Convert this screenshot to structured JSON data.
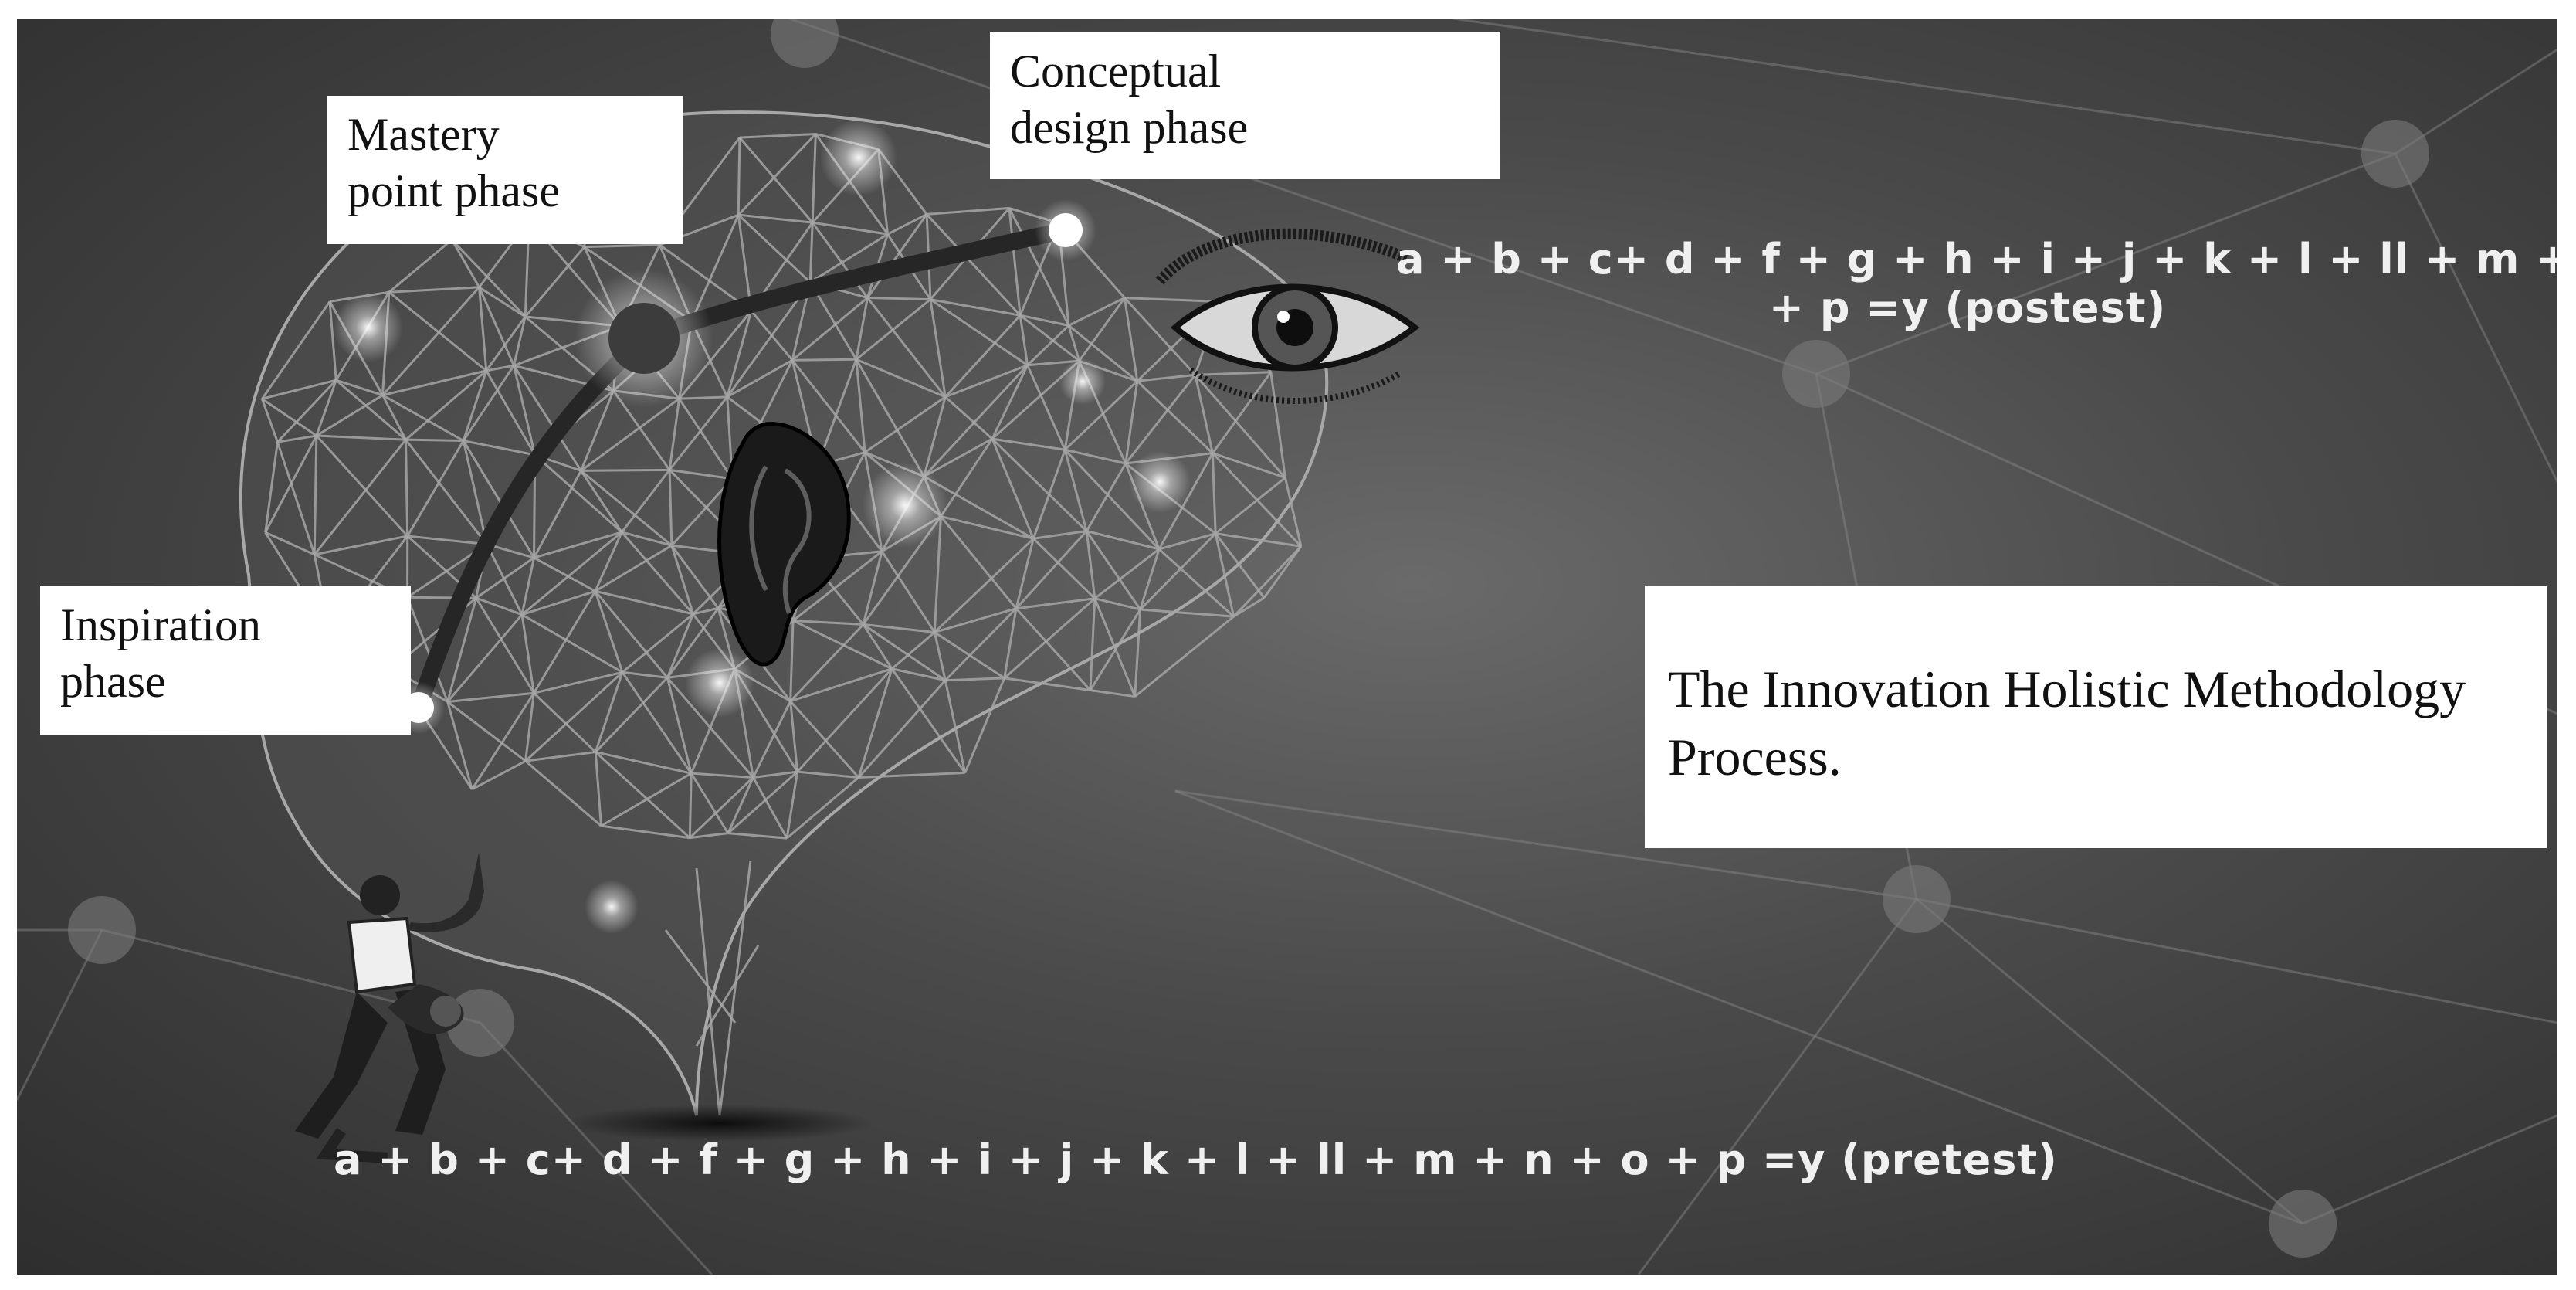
{
  "title_box": {
    "text": "The Innovation Holistic Methodology Process."
  },
  "phases": [
    {
      "id": "inspiration",
      "label": "Inspiration\nphase"
    },
    {
      "id": "mastery",
      "label": "Mastery\npoint phase"
    },
    {
      "id": "conceptual",
      "label": "Conceptual\ndesign phase"
    }
  ],
  "formulas": {
    "postest_line1": "a + b + c+ d + f + g + h + i + j + k + l + ll + m + n + o",
    "postest_line2": "+ p =y (postest)",
    "pretest": "a + b + c+ d + f + g + h + i + j + k + l + ll + m + n + o + p =y (pretest)"
  },
  "icons": [
    "brain-network-icon",
    "ear-icon",
    "eye-icon",
    "dancers-icon"
  ],
  "colors": {
    "background": "#4a4a4a",
    "mesh": "#9a9a9a",
    "path": "#2a2a2a",
    "node": "#ffffff"
  }
}
